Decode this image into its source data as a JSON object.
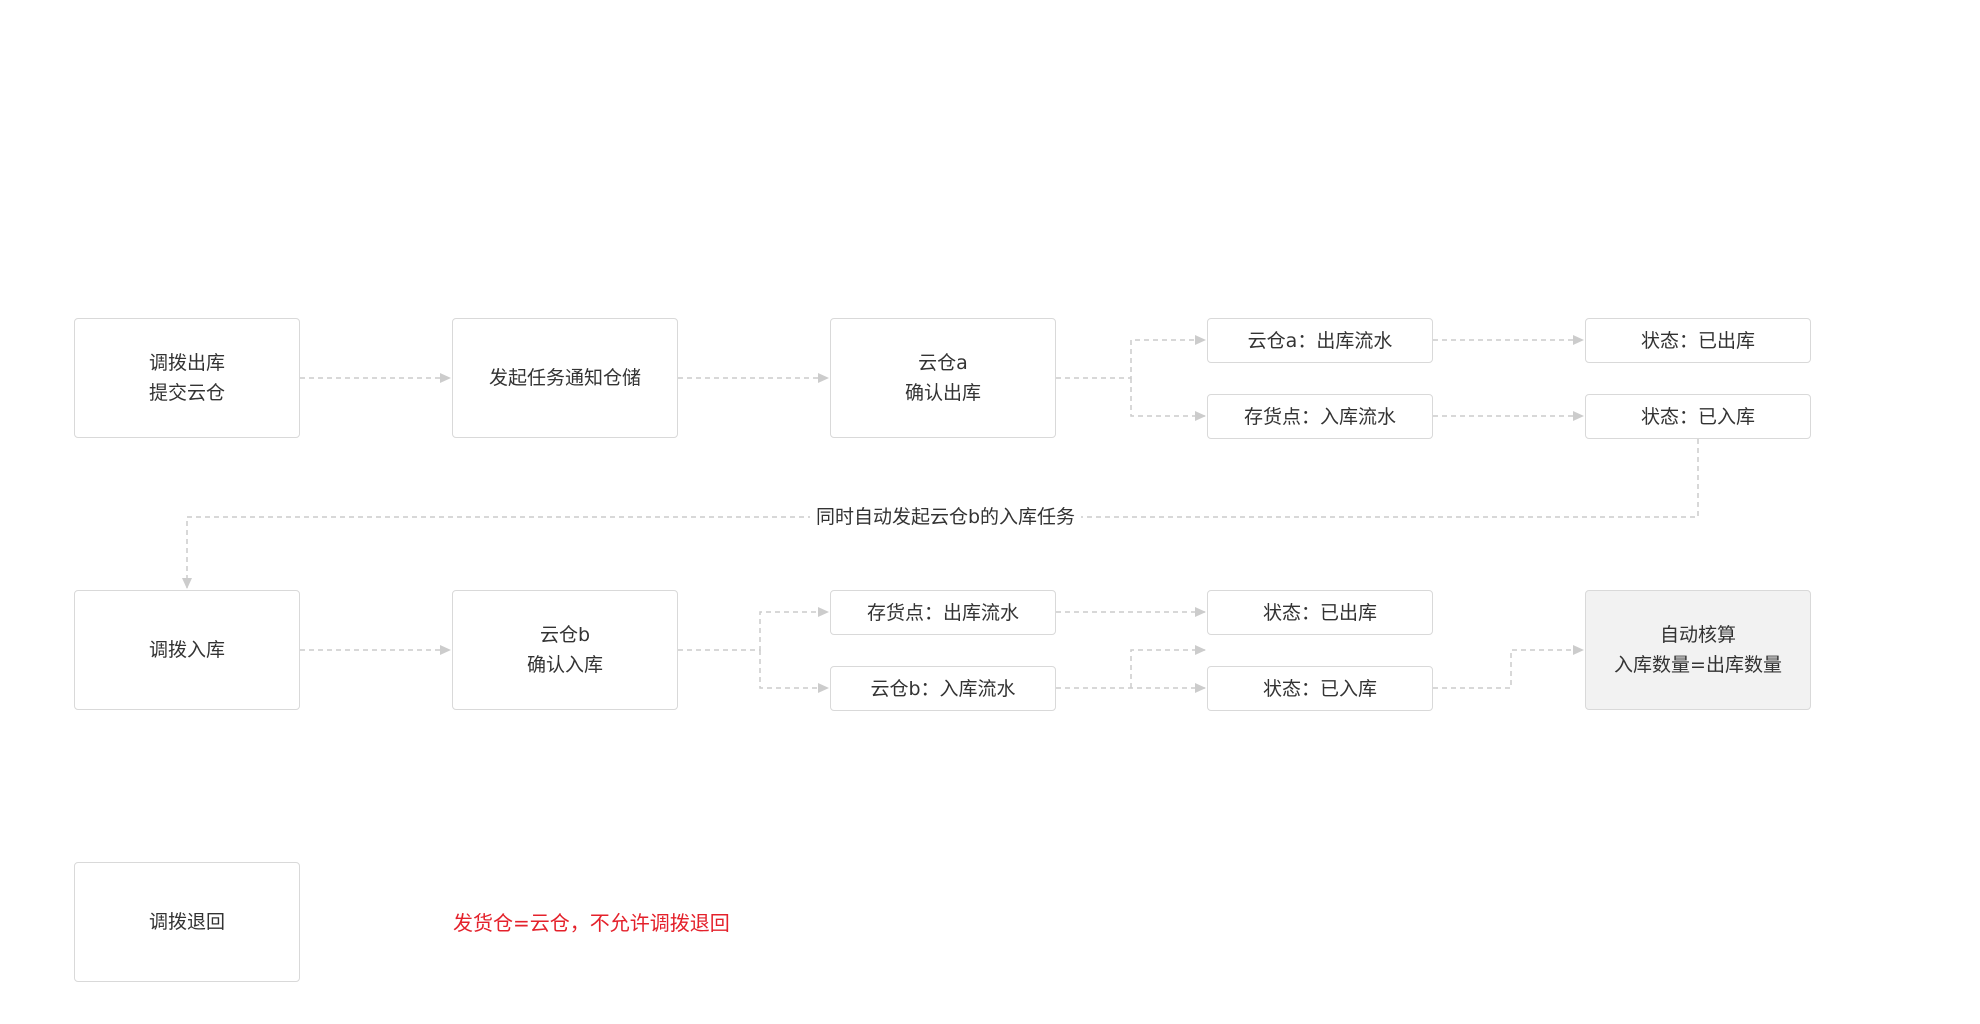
{
  "nodes": {
    "transfer_out": {
      "lines": [
        "调拨出库",
        "提交云仓"
      ]
    },
    "notify_warehouse": {
      "lines": [
        "发起任务通知仓储"
      ]
    },
    "cloud_a_confirm": {
      "lines": [
        "云仓a",
        "确认出库"
      ]
    },
    "cloud_a_outbound_flow": {
      "lines": [
        "云仓a：出库流水"
      ]
    },
    "stock_point_inbound_flow": {
      "lines": [
        "存货点：入库流水"
      ]
    },
    "status_shipped_1": {
      "lines": [
        "状态：已出库"
      ]
    },
    "status_received_1": {
      "lines": [
        "状态：已入库"
      ]
    },
    "transfer_in": {
      "lines": [
        "调拨入库"
      ]
    },
    "cloud_b_confirm": {
      "lines": [
        "云仓b",
        "确认入库"
      ]
    },
    "stock_point_outbound_flow": {
      "lines": [
        "存货点：出库流水"
      ]
    },
    "cloud_b_inbound_flow": {
      "lines": [
        "云仓b：入库流水"
      ]
    },
    "status_shipped_2": {
      "lines": [
        "状态：已出库"
      ]
    },
    "status_received_2": {
      "lines": [
        "状态：已入库"
      ]
    },
    "auto_reconcile": {
      "lines": [
        "自动核算",
        "入库数量=出库数量"
      ]
    },
    "transfer_return": {
      "lines": [
        "调拨退回"
      ]
    }
  },
  "edge_label": "同时自动发起云仓b的入库任务",
  "note": "发货仓=云仓，不允许调拨退回",
  "colors": {
    "border": "#d9d9d9",
    "connector": "#cccccc",
    "text": "#333333",
    "note": "#e4212b",
    "shaded_fill": "#f2f2f2"
  }
}
